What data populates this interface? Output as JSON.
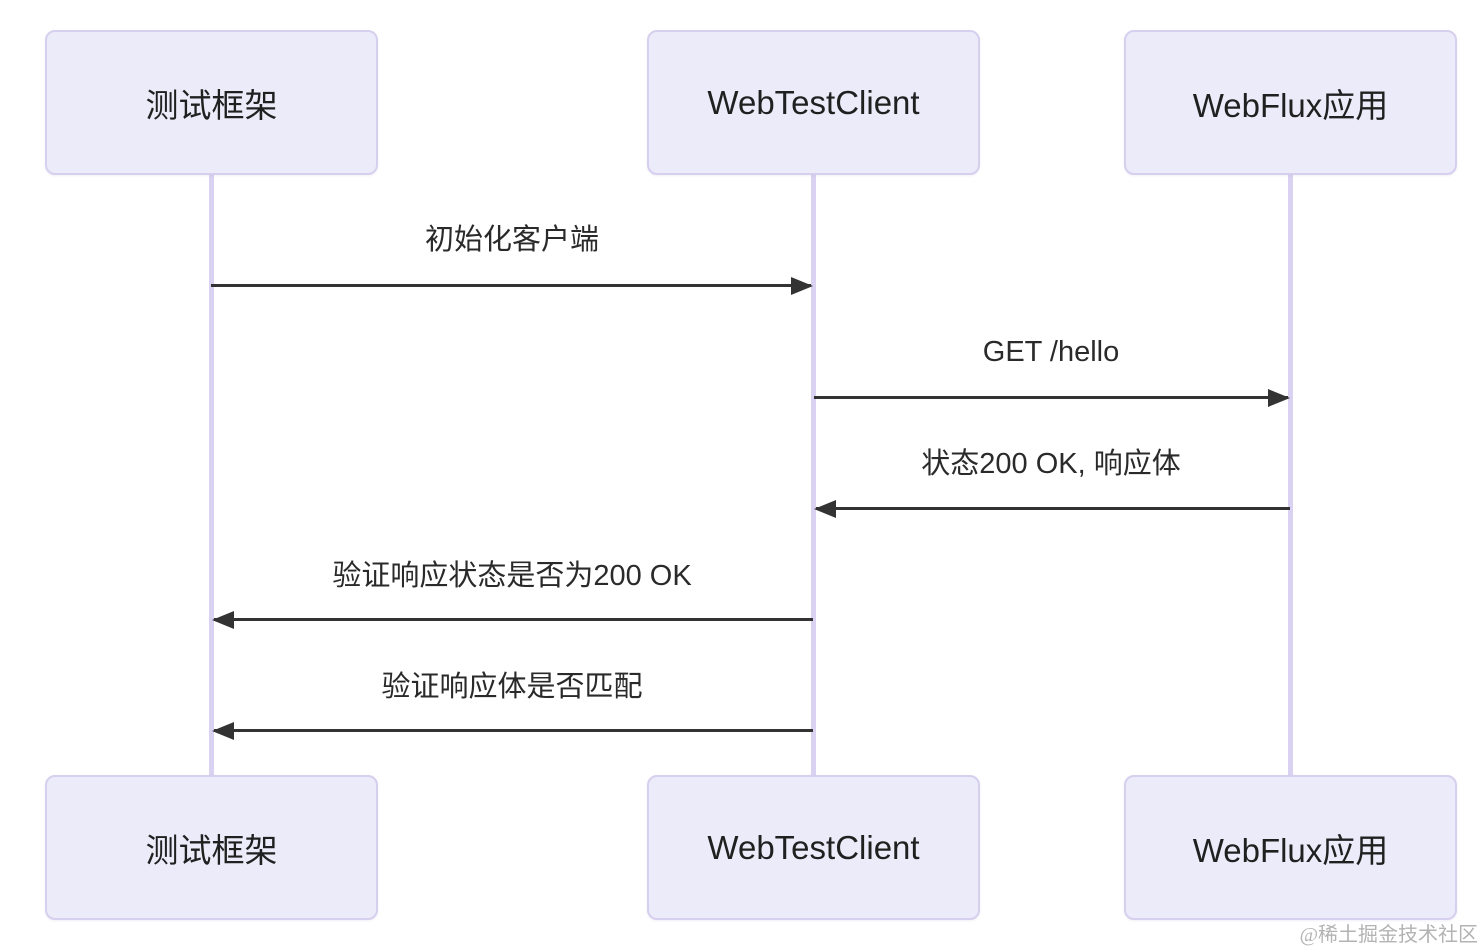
{
  "diagram": {
    "type": "sequence",
    "participants": [
      {
        "id": "test-framework",
        "label": "测试框架"
      },
      {
        "id": "webtestclient",
        "label": "WebTestClient"
      },
      {
        "id": "webflux-app",
        "label": "WebFlux应用"
      }
    ],
    "messages": [
      {
        "from": "测试框架",
        "to": "WebTestClient",
        "label": "初始化客户端",
        "direction": "right",
        "line": "solid"
      },
      {
        "from": "WebTestClient",
        "to": "WebFlux应用",
        "label": "GET /hello",
        "direction": "right",
        "line": "solid"
      },
      {
        "from": "WebFlux应用",
        "to": "WebTestClient",
        "label": "状态200 OK, 响应体",
        "direction": "left",
        "line": "solid"
      },
      {
        "from": "WebTestClient",
        "to": "测试框架",
        "label": "验证响应状态是否为200 OK",
        "direction": "left",
        "line": "solid"
      },
      {
        "from": "WebTestClient",
        "to": "测试框架",
        "label": "验证响应体是否匹配",
        "direction": "left",
        "line": "solid"
      }
    ],
    "colors": {
      "actor_fill": "#ECEBF9",
      "actor_border": "#D7CFEE",
      "lifeline": "#D9D2F0",
      "arrow": "#333333",
      "text": "#1F2020",
      "background": "#FFFFFF",
      "watermark": "#B3B3B3"
    }
  },
  "watermark": {
    "text": "@稀土掘金技术社区"
  }
}
